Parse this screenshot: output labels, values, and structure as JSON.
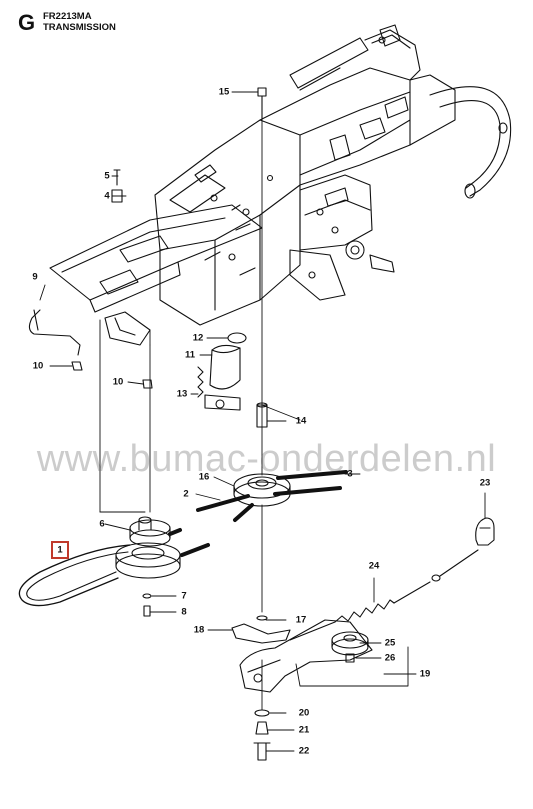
{
  "header": {
    "section_letter": "G",
    "model_code": "FR2213MA",
    "section_title": "TRANSMISSION"
  },
  "watermark": "www.bumac-onderdelen.nl",
  "colors": {
    "line": "#111111",
    "highlight": "#c0392b",
    "watermark": "#8a8a8a"
  },
  "callouts": [
    {
      "id": "c1",
      "label": "1",
      "highlighted": true
    },
    {
      "id": "c2",
      "label": "2"
    },
    {
      "id": "c3",
      "label": "3"
    },
    {
      "id": "c4",
      "label": "4"
    },
    {
      "id": "c5",
      "label": "5"
    },
    {
      "id": "c6",
      "label": "6"
    },
    {
      "id": "c7",
      "label": "7"
    },
    {
      "id": "c8",
      "label": "8"
    },
    {
      "id": "c9",
      "label": "9"
    },
    {
      "id": "c10a",
      "label": "10"
    },
    {
      "id": "c10b",
      "label": "10"
    },
    {
      "id": "c11",
      "label": "11"
    },
    {
      "id": "c12",
      "label": "12"
    },
    {
      "id": "c13",
      "label": "13"
    },
    {
      "id": "c14",
      "label": "14"
    },
    {
      "id": "c15",
      "label": "15"
    },
    {
      "id": "c16",
      "label": "16"
    },
    {
      "id": "c17",
      "label": "17"
    },
    {
      "id": "c18",
      "label": "18"
    },
    {
      "id": "c19",
      "label": "19"
    },
    {
      "id": "c20",
      "label": "20"
    },
    {
      "id": "c21",
      "label": "21"
    },
    {
      "id": "c22",
      "label": "22"
    },
    {
      "id": "c23",
      "label": "23"
    },
    {
      "id": "c24",
      "label": "24"
    },
    {
      "id": "c25",
      "label": "25"
    },
    {
      "id": "c26",
      "label": "26"
    }
  ]
}
